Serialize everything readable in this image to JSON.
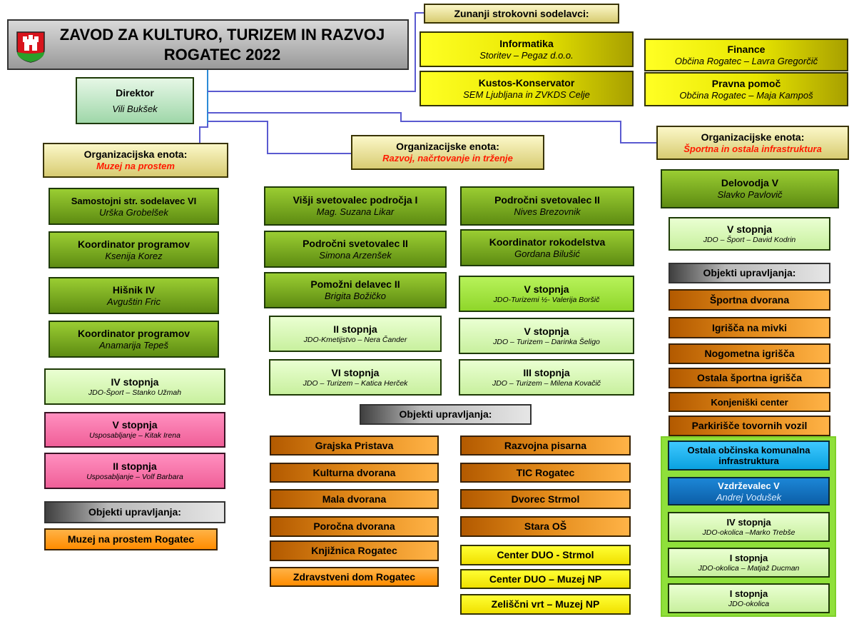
{
  "header": {
    "title_line1": "ZAVOD ZA KULTURO, TURIZEM IN RAZVOJ",
    "title_line2": "ROGATEC 2022"
  },
  "external": {
    "heading": "Zunanji strokovni sodelavci:",
    "informatika": {
      "title": "Informatika",
      "sub": "Storitev – Pegaz d.o.o."
    },
    "kustos": {
      "title": "Kustos-Konservator",
      "sub": "SEM Ljubljana in ZVKDS Celje"
    },
    "finance": {
      "title": "Finance",
      "sub": "Občina Rogatec – Lavra Gregorčič"
    },
    "pravna": {
      "title": "Pravna pomoč",
      "sub": "Občina Rogatec – Maja Kampoš"
    }
  },
  "director": {
    "title": "Direktor",
    "name": "Vili Bukšek"
  },
  "units": {
    "muzej": {
      "heading": "Organizacijska enota:",
      "name": "Muzej na prostem"
    },
    "razvoj": {
      "heading": "Organizacijske enota:",
      "name": "Razvoj, načrtovanje in trženje"
    },
    "sport": {
      "heading": "Organizacijske enota:",
      "name": "Športna in ostala infrastruktura"
    }
  },
  "muzej_staff": [
    {
      "title": "Samostojni str. sodelavec VI",
      "sub": "Urška Grobelšek"
    },
    {
      "title": "Koordinator programov",
      "sub": "Ksenija Korez"
    },
    {
      "title": "Hišnik IV",
      "sub": "Avguštin Fric"
    },
    {
      "title": "Koordinator programov",
      "sub": "Anamarija Tepeš"
    },
    {
      "title": "IV stopnja",
      "sub": "JDO-Šport – Stanko Užmah"
    },
    {
      "title": "V stopnja",
      "sub": "Usposabljanje – Kitak Irena"
    },
    {
      "title": "II stopnja",
      "sub": "Usposabljanje – Volf Barbara"
    }
  ],
  "muzej_objects": {
    "heading": "Objekti upravljanja:",
    "items": [
      "Muzej na prostem Rogatec"
    ]
  },
  "razvoj_staff_left": [
    {
      "title": "Višji svetovalec področja I",
      "sub": "Mag. Suzana Likar"
    },
    {
      "title": "Področni svetovalec II",
      "sub": "Simona Arzenšek"
    },
    {
      "title": "Pomožni delavec II",
      "sub": "Brigita Božičko"
    },
    {
      "title": "II stopnja",
      "sub": "JDO-Kmetijstvo – Nera Čander"
    },
    {
      "title": "VI  stopnja",
      "sub": "JDO – Turizem – Katica Herček"
    }
  ],
  "razvoj_staff_right": [
    {
      "title": "Področni svetovalec II",
      "sub": "Nives Brezovnik"
    },
    {
      "title": "Koordinator rokodelstva",
      "sub": "Gordana Bilušić"
    },
    {
      "title": "V stopnja",
      "sub": "JDO-Turizemi ½- Valerija Boršič"
    },
    {
      "title": "V  stopnja",
      "sub": "JDO – Turizem – Darinka Šeligo"
    },
    {
      "title": "III  stopnja",
      "sub": "JDO – Turizem – Milena Kovačič"
    }
  ],
  "razvoj_objects": {
    "heading": "Objekti upravljanja:",
    "left": [
      "Grajska Pristava",
      "Kulturna dvorana",
      "Mala dvorana",
      "Poročna dvorana",
      "Knjižnica Rogatec",
      "Zdravstveni dom Rogatec"
    ],
    "right": [
      "Razvojna pisarna",
      "TIC Rogatec",
      "Dvorec Strmol",
      "Stara OŠ",
      "Center DUO - Strmol",
      "Center DUO – Muzej NP",
      "Zeliščni vrt – Muzej NP"
    ]
  },
  "sport_staff": [
    {
      "title": "Delovodja V",
      "sub": "Slavko Pavlovič"
    },
    {
      "title": "V  stopnja",
      "sub": "JDO – Šport – David Kodrin"
    }
  ],
  "sport_objects": {
    "heading": "Objekti upravljanja:",
    "items": [
      "Športna dvorana",
      "Igrišča na mivki",
      "Nogometna igrišča",
      "Ostala športna igrišča",
      "Konjeniški center",
      "Parkirišče tovornih vozil"
    ]
  },
  "komunala": {
    "title": "Ostala občinska komunalna infrastruktura",
    "staff": [
      {
        "title": "Vzdrževalec V",
        "sub": "Andrej Vodušek"
      },
      {
        "title": "IV stopnja",
        "sub": "JDO-okolica –Marko Trebše"
      },
      {
        "title": "I stopnja",
        "sub": "JDO-okolica – Matjaž Ducman"
      },
      {
        "title": "I stopnja",
        "sub": "JDO-okolica"
      }
    ]
  },
  "colors": {
    "connector": "#5a5ad0",
    "accent_red": "#ff1a00"
  }
}
